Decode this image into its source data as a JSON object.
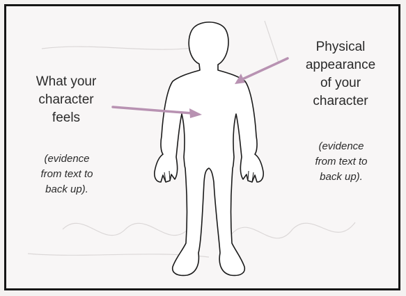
{
  "left_label": {
    "lines": [
      "What your",
      "character",
      "feels"
    ]
  },
  "left_note": {
    "lines": [
      "(evidence",
      "from text to",
      "back up)."
    ]
  },
  "right_label": {
    "lines": [
      "Physical",
      "appearance",
      "of your",
      "character"
    ]
  },
  "right_note": {
    "lines": [
      "(evidence",
      "from text to",
      "back up)."
    ]
  },
  "colors": {
    "arrow": "#b892b2",
    "outline": "#1a1a1a",
    "border": "#161616",
    "paper": "#f8f6f6"
  }
}
